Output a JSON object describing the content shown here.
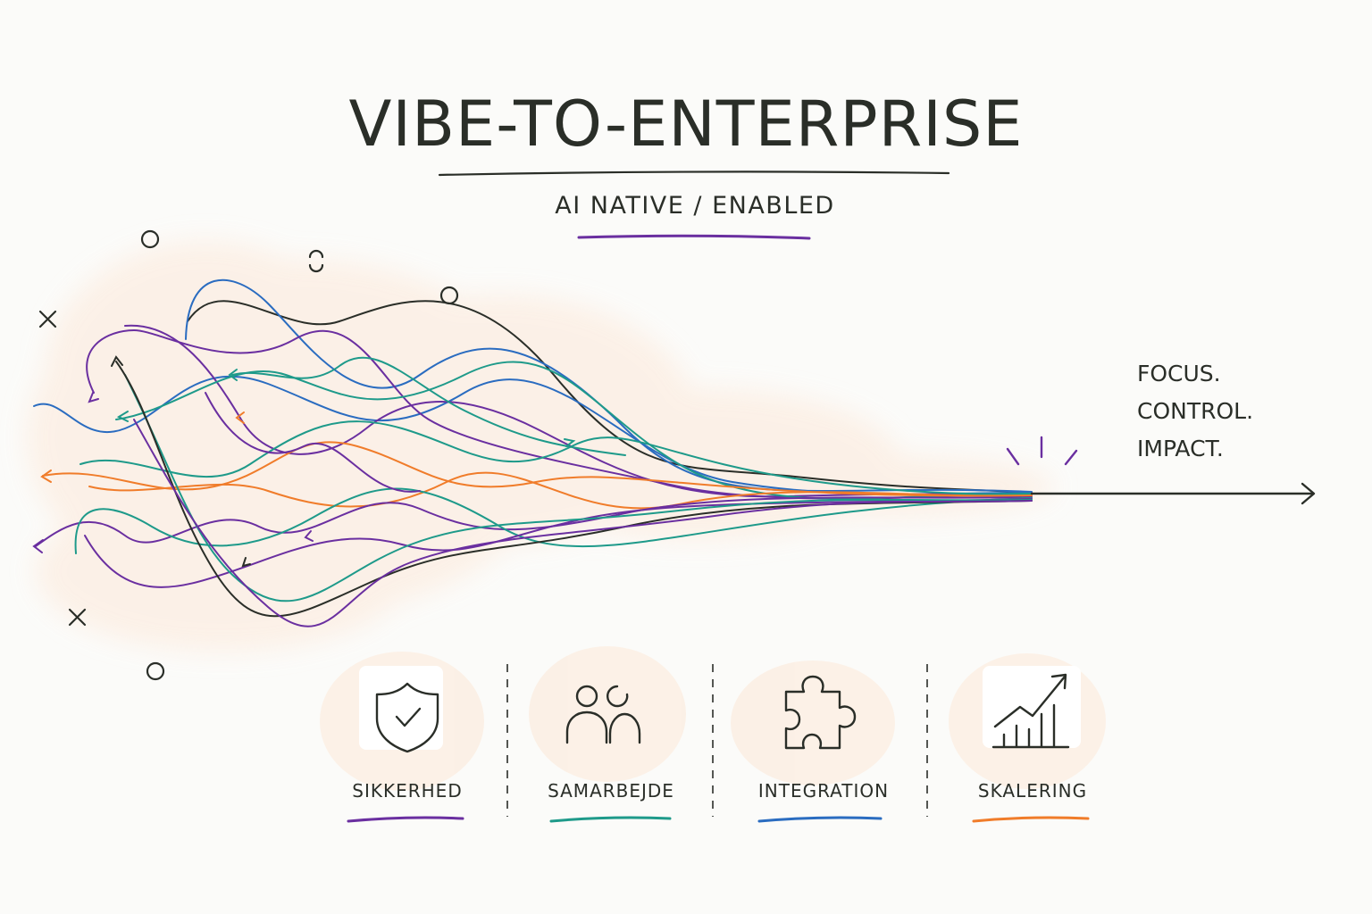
{
  "title": "VIBE-TO-ENTERPRISE",
  "subtitle": "AI NATIVE / ENABLED",
  "tagline": [
    "FOCUS.",
    "CONTROL.",
    "IMPACT."
  ],
  "pillars": [
    {
      "label": "SIKKERHED",
      "icon": "shield-check-icon",
      "accent": "#6a2fa0"
    },
    {
      "label": "SAMARBEJDE",
      "icon": "people-icon",
      "accent": "#1e9a8a"
    },
    {
      "label": "INTEGRATION",
      "icon": "puzzle-piece-icon",
      "accent": "#2a6cc0"
    },
    {
      "label": "SKALERING",
      "icon": "growth-chart-icon",
      "accent": "#f07c2a"
    }
  ],
  "colors": {
    "ink": "#2a2e28",
    "purple": "#6a2fa0",
    "teal": "#1e9a8a",
    "blue": "#2a6cc0",
    "orange": "#f07c2a",
    "cloud": "#fcefe4"
  }
}
